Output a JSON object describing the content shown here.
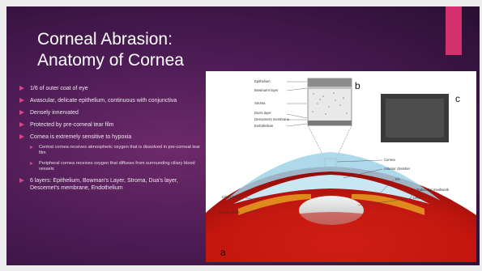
{
  "slide": {
    "title_line1": "Corneal Abrasion:",
    "title_line2": "Anatomy of Cornea",
    "accent_color": "#d4306e",
    "bullets": [
      "1/6 of outer coat of eye",
      "Avascular, delicate epithelium, continuous with conjunctiva",
      "Densely innervated",
      "Protected by pre-corneal tear film",
      "Cornea is extremely sensitive to hypoxia"
    ],
    "sub_bullets": [
      "Central cornea receives atmospheric oxygen that is dissolved in pre-corneal tear film",
      "Peripheral cornea receives oxygen that diffuses from surrounding ciliary blood vessels"
    ],
    "last_bullet": "6 layers: Epithelium, Bowman's Layer, Stroma, Dua's layer, Descemet's membrane, Endothelium"
  },
  "figure": {
    "panel_a": "a",
    "panel_b": "b",
    "panel_c": "c",
    "layer_labels": [
      "Epithelium",
      "Bowman's layer",
      "Stroma",
      "Dua's layer",
      "Descemet's membrane",
      "Endothelium"
    ],
    "structure_labels": [
      "Cornea",
      "Anterior chamber",
      "Iris",
      "Trabecular meshwork",
      "Lens",
      "Ciliary body",
      "Zonular fibres"
    ]
  }
}
